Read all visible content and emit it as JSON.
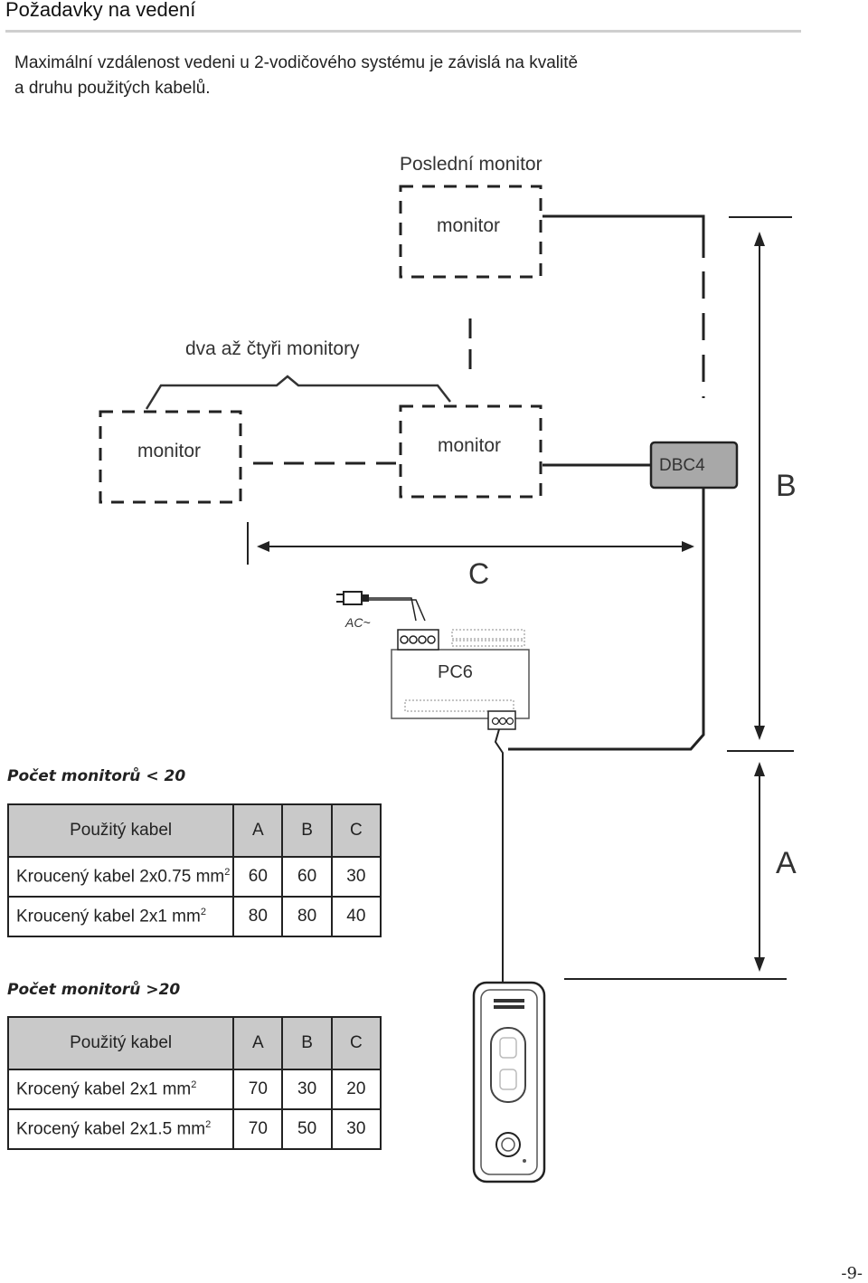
{
  "header": {
    "title": "Požadavky na vedení",
    "intro_line1": "Maximální vzdálenost vedeni u 2-vodičového systému je závislá na kvalitě",
    "intro_line2": "a druhu použitých kabelů."
  },
  "diagram": {
    "last_monitor_caption": "Poslední monitor",
    "monitor_top": "monitor",
    "group_caption": "dva až čtyři monitory",
    "monitor_left": "monitor",
    "monitor_mid": "monitor",
    "dbc4": "DBC4",
    "label_b": "B",
    "label_c": "C",
    "label_a": "A",
    "ac": "AC~",
    "pc6": "PC6"
  },
  "table_lt20": {
    "caption": "Počet monitorů < 20",
    "headers": [
      "Použitý kabel",
      "A",
      "B",
      "C"
    ],
    "rows": [
      {
        "name": "Kroucený kabel 2x0.75 mm",
        "sup": "2",
        "a": "60",
        "b": "60",
        "c": "30"
      },
      {
        "name": "Kroucený kabel 2x1 mm",
        "sup": "2",
        "a": "80",
        "b": "80",
        "c": "40"
      }
    ]
  },
  "table_gt20": {
    "caption": "Počet monitorů >20",
    "headers": [
      "Použitý kabel",
      "A",
      "B",
      "C"
    ],
    "rows": [
      {
        "name": "Krocený kabel 2x1 mm",
        "sup": "2",
        "a": "70",
        "b": "30",
        "c": "20"
      },
      {
        "name": "Krocený kabel 2x1.5 mm",
        "sup": "2",
        "a": "70",
        "b": "50",
        "c": "30"
      }
    ]
  },
  "footer": {
    "page": "-9-"
  },
  "colors": {
    "dbc4_fill": "#a8a8a8",
    "header_fill": "#c9c9c9",
    "rule": "#cfcfcf"
  }
}
